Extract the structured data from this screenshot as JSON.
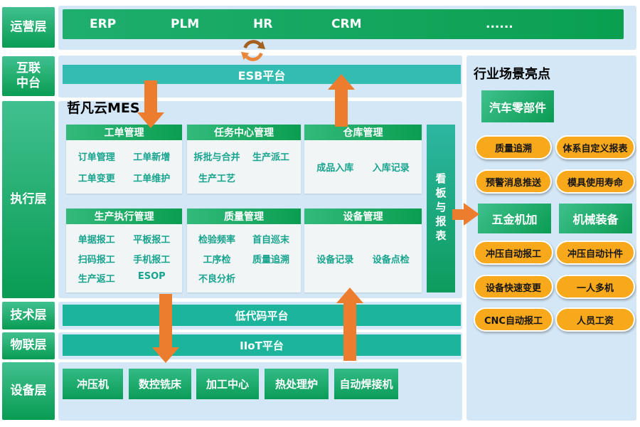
{
  "layers": {
    "operations": "运营层",
    "hub": "互联中台",
    "execution": "执行层",
    "technology": "技术层",
    "iot": "物联层",
    "device": "设备层"
  },
  "top_bar": {
    "items": [
      "ERP",
      "PLM",
      "HR",
      "CRM",
      "......"
    ]
  },
  "esb": {
    "label": "ESB平台"
  },
  "mes": {
    "title": "哲凡云MES",
    "modules": [
      {
        "name": "工单管理",
        "items": [
          "订单管理",
          "工单新增",
          "工单变更",
          "工单维护"
        ]
      },
      {
        "name": "任务中心管理",
        "items": [
          "拆批与合并",
          "生产派工",
          "生产工艺"
        ]
      },
      {
        "name": "仓库管理",
        "items": [
          "成品入库",
          "入库记录"
        ]
      },
      {
        "name": "生产执行管理",
        "items": [
          "单据报工",
          "平板报工",
          "扫码报工",
          "手机报工",
          "生产返工",
          "ESOP"
        ]
      },
      {
        "name": "质量管理",
        "items": [
          "检验频率",
          "首自巡末",
          "工序检",
          "质量追溯",
          "不良分析"
        ]
      },
      {
        "name": "设备管理",
        "items": [
          "设备记录",
          "设备点检"
        ]
      }
    ],
    "kanban": "看板与报表"
  },
  "platforms": {
    "lowcode": "低代码平台",
    "iiot": "IIoT平台"
  },
  "devices": [
    "冲压机",
    "数控铣床",
    "加工中心",
    "热处理炉",
    "自动焊接机"
  ],
  "right_panel": {
    "title": "行业场景亮点",
    "sections": [
      {
        "header": "汽车零部件",
        "pills": [
          "质量追溯",
          "体系自定义报表",
          "预警消息推送",
          "模具使用寿命"
        ]
      },
      {
        "header": "五金机加",
        "pills": [
          "冲压自动报工",
          "设备快速变更",
          "CNC自动报工"
        ]
      },
      {
        "header": "机械装备",
        "pills": [
          "冲压自动计件",
          "一人多机",
          "人员工资"
        ]
      }
    ]
  },
  "colors": {
    "band_blue": "#d3e7f7",
    "green_dark": "#089c53",
    "green_light": "#41c08f",
    "esb_teal": "#33bcb1",
    "platform_teal": "#1db49c",
    "module_text": "#17a48f",
    "arrow_orange": "#ec7d2e",
    "pill_yellow": "#f8a91b"
  }
}
